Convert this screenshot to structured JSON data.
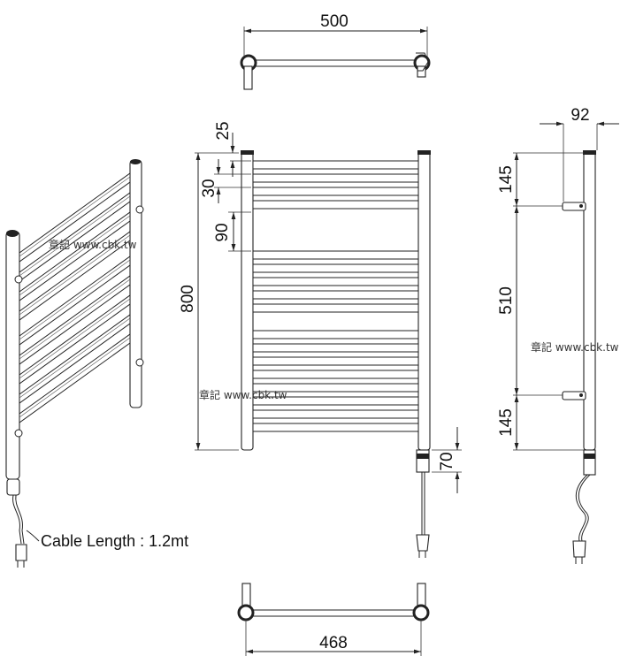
{
  "dimensions": {
    "top_width": "500",
    "bottom_width": "468",
    "bar_top_offset": "25",
    "bar_gap_small": "30",
    "bar_gap_large": "90",
    "total_height": "800",
    "bottom_box": "70",
    "side_depth": "92",
    "side_top": "145",
    "side_mid": "510",
    "side_bottom": "145"
  },
  "labels": {
    "cable": "Cable Length : 1.2mt"
  },
  "watermarks": [
    "章記 www.cbk.tw",
    "章記 www.cbk.tw",
    "章記 www.cbk.tw"
  ]
}
